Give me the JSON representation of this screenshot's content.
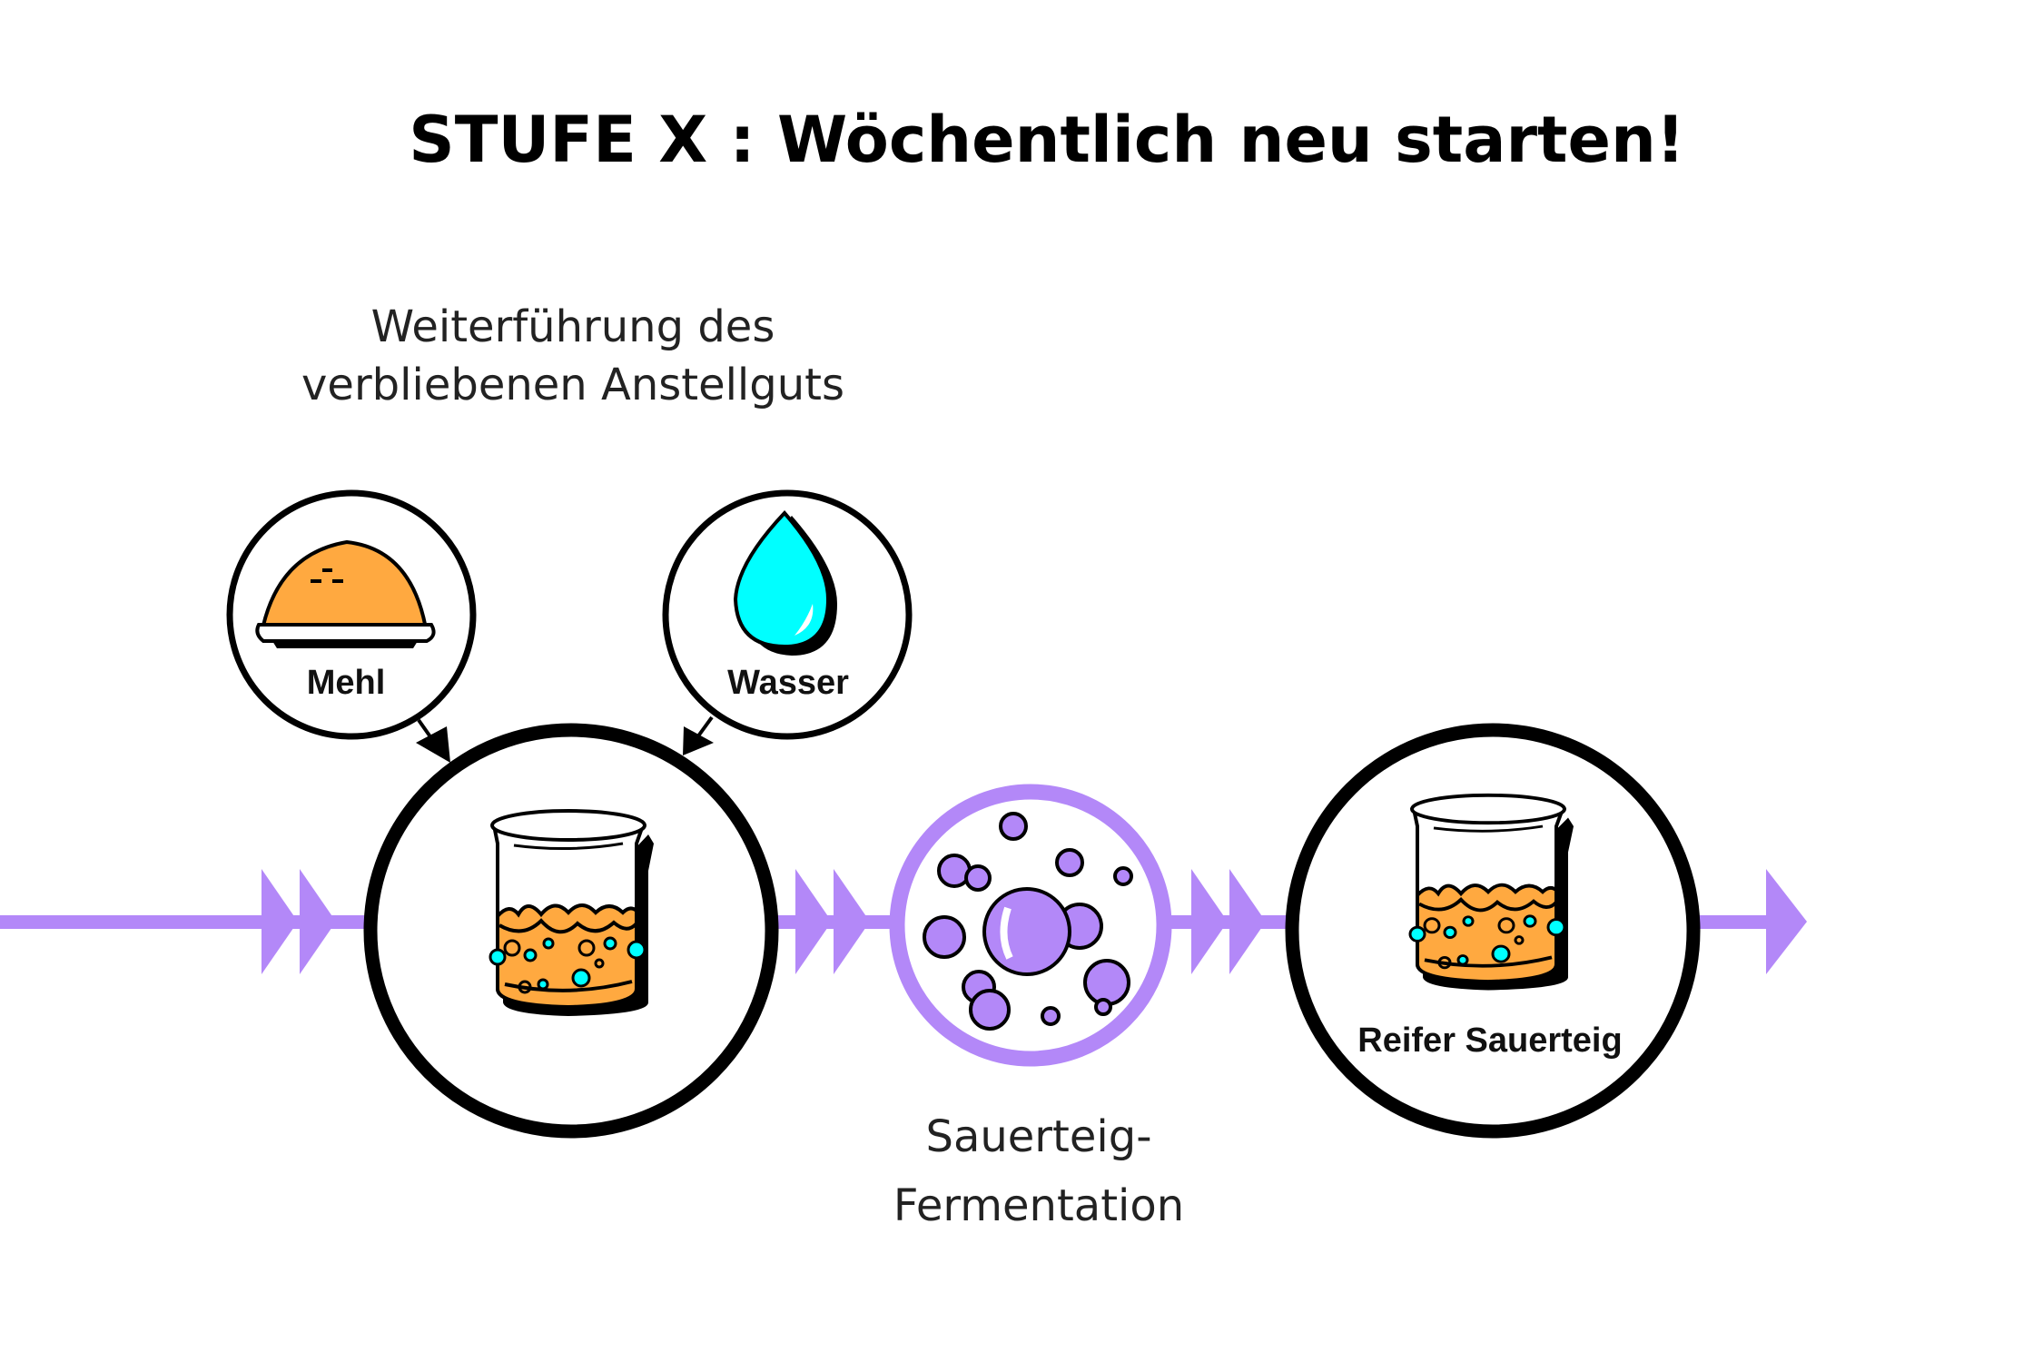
{
  "title": "STUFE X :  Wöchentlich neu starten!",
  "subtitle": {
    "line1": "Weiterführung des",
    "line2": "verbliebenen Anstellguts"
  },
  "inputs": [
    {
      "label": "Mehl",
      "icon": "flour-pile-icon"
    },
    {
      "label": "Wasser",
      "icon": "water-drop-icon"
    }
  ],
  "fermentation": {
    "line1": "Sauerteig-",
    "line2": "Fermentation",
    "icon": "bubbles-icon"
  },
  "result": {
    "label": "Reifer Sauerteig",
    "icon": "beaker-icon"
  },
  "colors": {
    "purple": "#b388f8",
    "orange": "#ffa940",
    "cyan": "#00ffff",
    "black": "#000000"
  }
}
